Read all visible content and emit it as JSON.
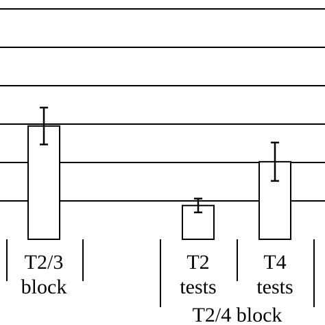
{
  "chart_data": {
    "type": "bar",
    "title": "",
    "xlabel": "",
    "ylabel": "",
    "grid": true,
    "ylim": [
      0,
      7
    ],
    "categories": [
      {
        "lines": [
          "T2/3",
          "block"
        ]
      },
      {
        "lines": [
          "T2",
          "tests"
        ]
      },
      {
        "lines": [
          "T4",
          "tests"
        ]
      }
    ],
    "values": [
      2.95,
      0.88,
      2.02
    ],
    "errors": [
      0.48,
      0.18,
      0.5
    ],
    "groups": [
      {
        "label": "T2/4 block"
      }
    ],
    "colors": {
      "bar_fill": "#ffffff",
      "stroke": "#000000"
    }
  }
}
